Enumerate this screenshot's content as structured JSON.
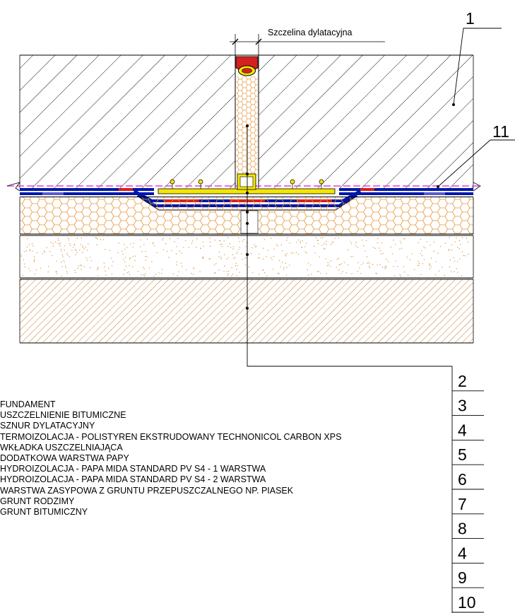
{
  "dimension_label": "Szczelina dylatacyjna",
  "callouts": {
    "top_right": "1",
    "mid_right": "11"
  },
  "legend": {
    "numbers": [
      "2",
      "3",
      "4",
      "5",
      "6",
      "7",
      "8",
      "4",
      "9",
      "10"
    ],
    "items": [
      "FUNDAMENT",
      "USZCZELNIENIE BITUMICZNE",
      "SZNUR DYLATACYJNY",
      "TERMOIZOLACJA - POLISTYREN EKSTRUDOWANY TECHNONICOL CARBON XPS",
      "WKŁADKA USZCZELNIAJĄCA",
      "DODATKOWA WARSTWA PAPY",
      "HYDROIZOLACJA - PAPA MIDA STANDARD PV S4  - 1 WARSTWA",
      "HYDROIZOLACJA - PAPA MIDA STANDARD PV S4  - 2 WARSTWA",
      "WARSTWA ZASYPOWA Z GRUNTU PRZEPUSZCZALNEGO NP. PIASEK",
      " GRUNT RODZIMY",
      " GRUNT BITUMICZNY"
    ]
  },
  "colors": {
    "concrete_hatch": "#000000",
    "insulation": "#e6963c",
    "membrane_blue": "#0018a8",
    "membrane_red": "#d42020",
    "seal_yellow": "#f5e600",
    "primer_pink": "#e040e0",
    "native_soil": "#c87832",
    "sand": "#d89a4a"
  }
}
